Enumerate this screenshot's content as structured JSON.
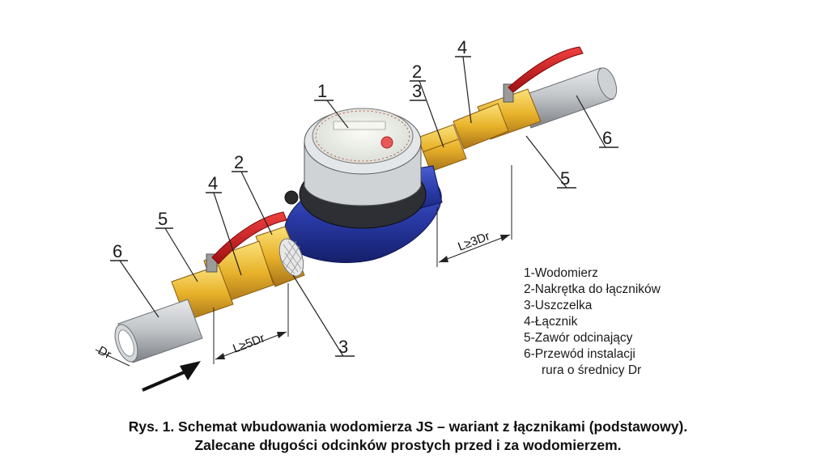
{
  "diagram": {
    "callouts": {
      "n1": "1",
      "n2_left": "2",
      "n2_right": "2",
      "n3_left": "3",
      "n3_right": "3",
      "n4_left": "4",
      "n4_right": "4",
      "n5_left": "5",
      "n5_right": "5",
      "n6_left": "6",
      "n6_right": "6"
    },
    "dimensions": {
      "upstream": "L≥5Dr",
      "downstream": "L≥3Dr",
      "diameter": "Dr"
    },
    "colors": {
      "meter_body": "#2a3ba8",
      "brass": "#e8b52a",
      "pipe": "#b9bcc0",
      "valve_handle": "#c81e1e"
    }
  },
  "legend": [
    "1-Wodomierz",
    "2-Nakrętka do łączników",
    "3-Uszczelka",
    "4-Łącznik",
    "5-Zawór odcinający",
    "6-Przewód instalacji",
    "rura o średnicy Dr"
  ],
  "caption": {
    "line1": "Rys. 1. Schemat wbudowania wodomierza JS – wariant z łącznikami (podstawowy).",
    "line2": "Zalecane długości odcinków prostych przed i za wodomierzem."
  }
}
